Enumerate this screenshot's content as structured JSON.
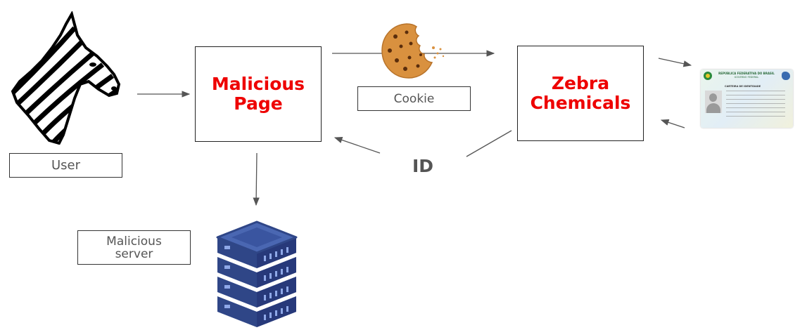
{
  "user_label": "User",
  "malicious_page": "Malicious\nPage",
  "cookie_label": "Cookie",
  "zebra_chemicals": "Zebra\nChemicals",
  "id_label": "ID",
  "server_label": "Malicious\nserver",
  "id_card": {
    "header": "REPÚBLICA FEDERATIVA DO BRASIL",
    "subheader": "GOVERNO FEDERAL",
    "title": "CARTEIRA DE IDENTIDADE"
  },
  "colors": {
    "accent_red": "#ee0000",
    "server_blue": "#2f4687",
    "server_light": "#4a67b2",
    "cookie_brown": "#d9913f"
  },
  "icons": [
    "zebra-icon",
    "cookie-icon",
    "server-icon",
    "id-card-icon"
  ]
}
